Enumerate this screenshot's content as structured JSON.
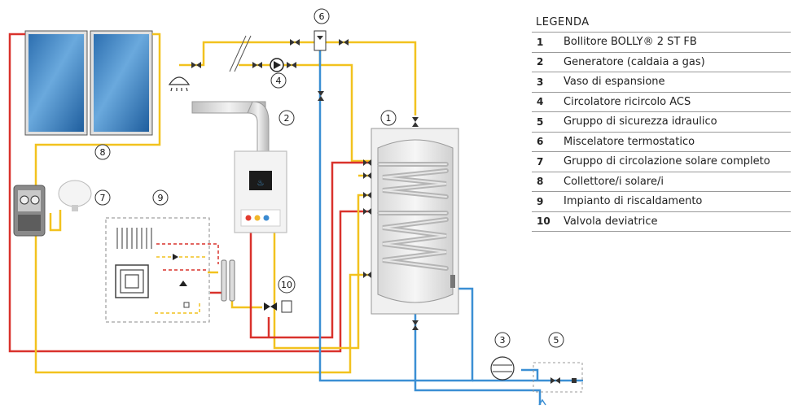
{
  "callouts": {
    "c1": "1",
    "c2": "2",
    "c3": "3",
    "c4": "4",
    "c5": "5",
    "c6": "6",
    "c7": "7",
    "c8": "8",
    "c9": "9",
    "c10": "10"
  },
  "colors": {
    "cold_water": "#3b8fd4",
    "solar_hot": "#d9322c",
    "yellow_line": "#f2c21e",
    "dashed_red": "#d9322c",
    "tank_gray": "#e9e9e9",
    "collector_blue": "#2a74b6"
  },
  "legend": {
    "title": "LEGENDA",
    "items": [
      {
        "num": "1",
        "label": "Bollitore BOLLY® 2 ST FB"
      },
      {
        "num": "2",
        "label": "Generatore (caldaia a gas)"
      },
      {
        "num": "3",
        "label": "Vaso di espansione"
      },
      {
        "num": "4",
        "label": "Circolatore ricircolo ACS"
      },
      {
        "num": "5",
        "label": "Gruppo di sicurezza idraulico"
      },
      {
        "num": "6",
        "label": "Miscelatore termostatico"
      },
      {
        "num": "7",
        "label": "Gruppo di circolazione solare completo"
      },
      {
        "num": "8",
        "label": "Collettore/i solare/i"
      },
      {
        "num": "9",
        "label": "Impianto di riscaldamento"
      },
      {
        "num": "10",
        "label": "Valvola deviatrice"
      }
    ]
  },
  "icons": {
    "collector": "solar-collector-icon",
    "tank": "storage-tank-icon",
    "boiler": "gas-boiler-icon",
    "pump": "pump-icon",
    "valve": "valve-icon",
    "shower": "shower-icon"
  }
}
